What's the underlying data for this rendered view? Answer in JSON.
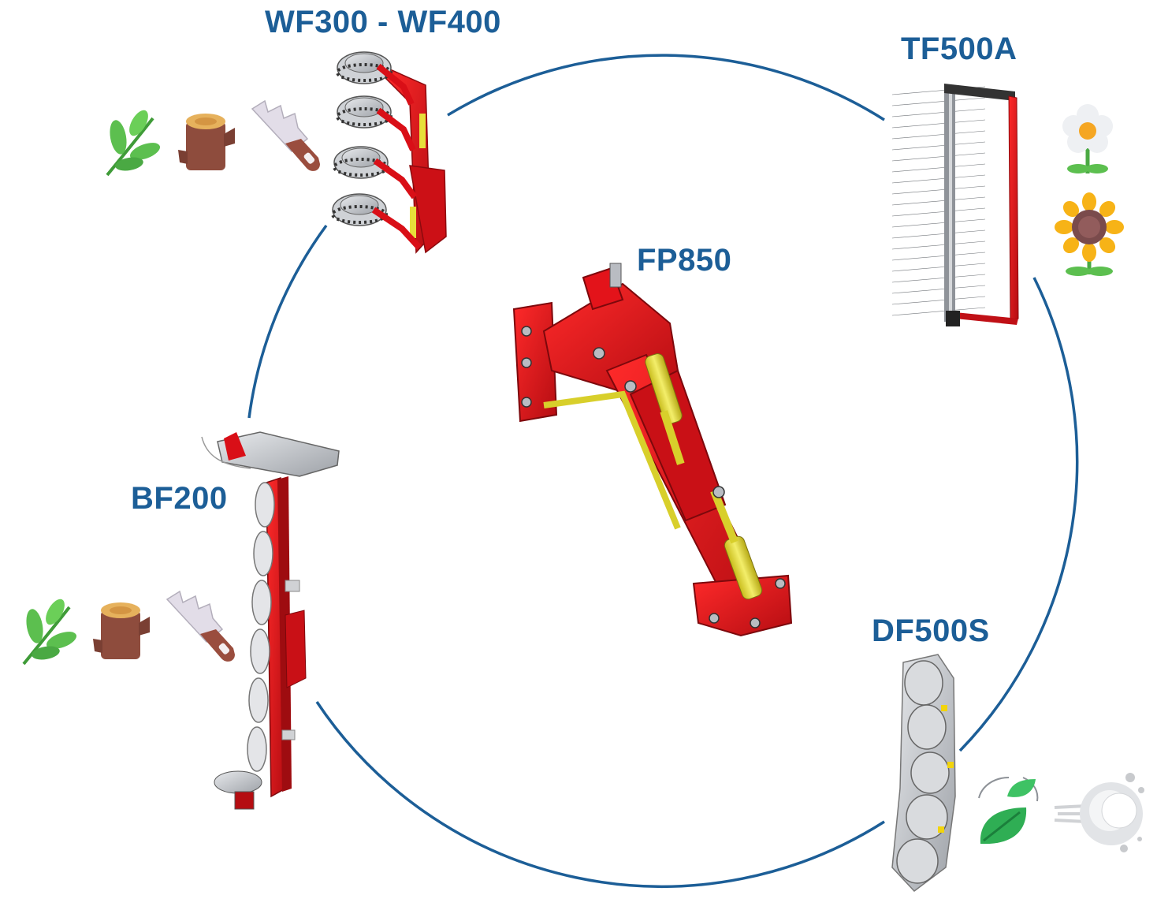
{
  "colors": {
    "ring": "#1c5e97",
    "label": "#1c5e97",
    "machine_red": "#d90f17",
    "machine_dark_red": "#9e0c10",
    "cylinder_yellow": "#e7df3a",
    "steel_grey": "#b9bcc2",
    "leaf_green": "#55b94a",
    "wood_brown": "#8a4a3a"
  },
  "labels": {
    "center": "FP850",
    "top_left": "WF300 - WF400",
    "top_right": "TF500A",
    "left": "BF200",
    "bottom_right": "DF500S"
  },
  "icons": {
    "wf_group": [
      "leaf-branch-icon",
      "log-stump-icon",
      "saw-blade-icon"
    ],
    "bf_group": [
      "leaf-branch-icon",
      "log-stump-icon",
      "saw-blade-icon"
    ],
    "tf_group": [
      "daisy-flower-icon",
      "sunflower-icon"
    ],
    "df_group": [
      "spinning-leaf-icon",
      "dust-cloud-icon"
    ]
  }
}
